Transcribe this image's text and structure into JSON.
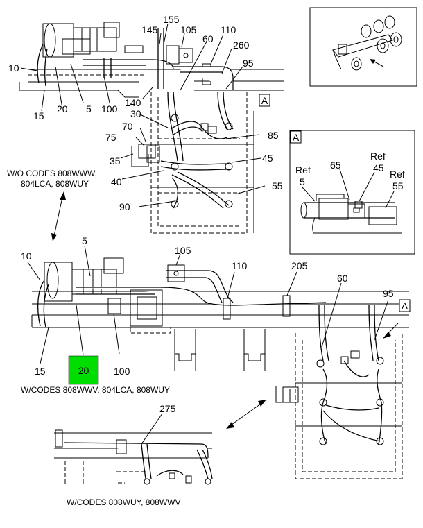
{
  "callouts": {
    "top": [
      "155",
      "145",
      "105",
      "110",
      "60",
      "260",
      "95",
      "10",
      "15",
      "20",
      "5",
      "100",
      "140",
      "30",
      "70",
      "75",
      "35",
      "85",
      "45",
      "40",
      "55",
      "90"
    ],
    "detail": [
      "Ref",
      "5",
      "65",
      "Ref",
      "45",
      "Ref",
      "55"
    ],
    "middle": [
      "5",
      "10",
      "105",
      "110",
      "205",
      "60",
      "95",
      "15",
      "100"
    ],
    "highlighted": "20",
    "bottom": [
      "275"
    ]
  },
  "view_markers": {
    "a1": "A",
    "a2": "A",
    "a3": "A"
  },
  "captions": {
    "top_line1": "W/O CODES 808WWW,",
    "top_line2": "804LCA, 808WUY",
    "middle": "W/CODES 808WWV, 804LCA, 808WUY",
    "bottom": "W/CODES 808WUY, 808WWV"
  },
  "colors": {
    "highlight": "#00dd00",
    "line": "#000000",
    "background": "#ffffff"
  }
}
